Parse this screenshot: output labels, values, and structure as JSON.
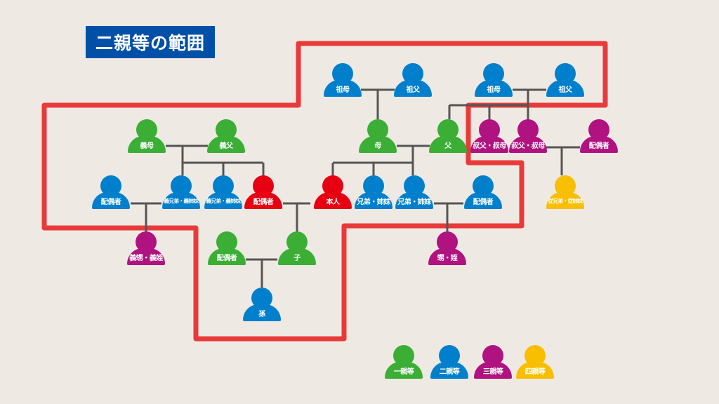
{
  "title": "二親等の範囲",
  "colors": {
    "first": "#3bae36",
    "second": "#0080cc",
    "third": "#b0127f",
    "fourth": "#f8bf00",
    "self": "#e60012",
    "boundary": "#e83a3a",
    "connector": "#555555",
    "title_bg": "#0050a8"
  },
  "persons": [
    {
      "label": "祖母",
      "degree": "second"
    },
    {
      "label": "祖父",
      "degree": "second"
    },
    {
      "label": "祖母",
      "degree": "second"
    },
    {
      "label": "祖父",
      "degree": "second"
    },
    {
      "label": "義母",
      "degree": "first"
    },
    {
      "label": "義父",
      "degree": "first"
    },
    {
      "label": "母",
      "degree": "first"
    },
    {
      "label": "父",
      "degree": "first"
    },
    {
      "label": "叔父・叔母",
      "degree": "third"
    },
    {
      "label": "叔父・叔母",
      "degree": "third"
    },
    {
      "label": "配偶者",
      "degree": "third"
    },
    {
      "label": "配偶者",
      "degree": "second"
    },
    {
      "label": "義兄弟・義姉妹",
      "degree": "second"
    },
    {
      "label": "義兄弟・義姉妹",
      "degree": "second"
    },
    {
      "label": "配偶者",
      "degree": "self"
    },
    {
      "label": "本人",
      "degree": "self"
    },
    {
      "label": "兄弟・姉妹",
      "degree": "second"
    },
    {
      "label": "兄弟・姉妹",
      "degree": "second"
    },
    {
      "label": "配偶者",
      "degree": "second"
    },
    {
      "label": "従兄弟・従姉妹",
      "degree": "fourth"
    },
    {
      "label": "義甥・義姪",
      "degree": "third"
    },
    {
      "label": "配偶者",
      "degree": "first"
    },
    {
      "label": "子",
      "degree": "first"
    },
    {
      "label": "甥・姪",
      "degree": "third"
    },
    {
      "label": "孫",
      "degree": "second"
    }
  ],
  "legend": [
    {
      "label": "一親等",
      "degree": "first"
    },
    {
      "label": "二親等",
      "degree": "second"
    },
    {
      "label": "三親等",
      "degree": "third"
    },
    {
      "label": "四親等",
      "degree": "fourth"
    }
  ]
}
